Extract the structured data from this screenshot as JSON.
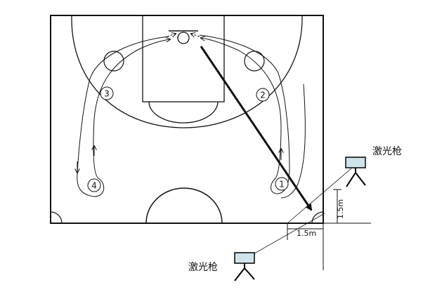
{
  "markers": [
    "1",
    "2",
    "3",
    "4"
  ],
  "laser_label": "激光枪",
  "dimensions": {
    "horizontal": "1.5m",
    "vertical": "1.5m"
  },
  "colors": {
    "line": "#111111",
    "laser_body": "#cfe3ea",
    "laser_outline": "#000000"
  }
}
